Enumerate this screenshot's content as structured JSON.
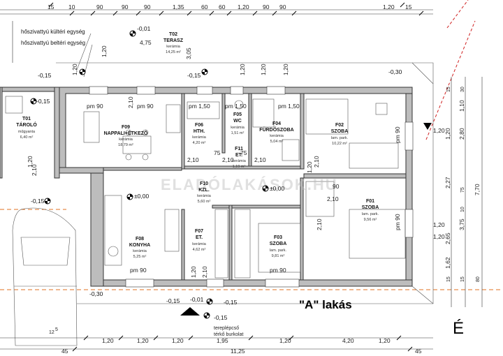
{
  "rooms": {
    "t01": {
      "id": "T01",
      "name": "TÁROLÓ",
      "mat": "műgyanta",
      "area": "6,40 m²"
    },
    "t02": {
      "id": "T02",
      "name": "TERASZ",
      "mat": "kerámia",
      "area": "14,25 m²"
    },
    "f09": {
      "id": "F09",
      "name": "NAPPALI+ÉTKEZŐ",
      "mat": "kerámia",
      "area": "18,79 m²"
    },
    "f06": {
      "id": "F06",
      "name": "HTH.",
      "mat": "kerámia",
      "area": "4,20 m²"
    },
    "f05": {
      "id": "F05",
      "name": "WC",
      "mat": "kerámia",
      "area": "1,51 m²"
    },
    "f04": {
      "id": "F04",
      "name": "FÜRDŐSZOBA",
      "mat": "kerámia",
      "area": "5,04 m²"
    },
    "f02": {
      "id": "F02",
      "name": "SZOBA",
      "mat": "lam. park.",
      "area": "10,22 m²"
    },
    "f11": {
      "id": "F11",
      "name": "ET.",
      "mat": "kerámia",
      "area": "1,19 m²"
    },
    "f10": {
      "id": "F10",
      "name": "KZL.",
      "mat": "kerámia",
      "area": "5,60 m²"
    },
    "f08": {
      "id": "F08",
      "name": "KONYHA",
      "mat": "kerámia",
      "area": "5,25 m²"
    },
    "f07": {
      "id": "F07",
      "name": "ET.",
      "mat": "kerámia",
      "area": "4,62 m²"
    },
    "f03": {
      "id": "F03",
      "name": "SZOBA",
      "mat": "lam. park.",
      "area": "9,81 m²"
    },
    "f01": {
      "id": "F01",
      "name": "SZOBA",
      "mat": "lam. park.",
      "area": "9,56 m²"
    }
  },
  "notes": {
    "hp_outdoor": "hőszivattyú kültéri egység",
    "hp_indoor": "hőszivattyú beltéri egység",
    "stair_1": "tereplépcső",
    "stair_2": "térkő burkolat",
    "flat_title": "\"A\" lakás",
    "north": "É",
    "watermark": "ELADÓLAKÁSOK.HU"
  },
  "levels": {
    "l1": "-0,01",
    "l2": "-0,15",
    "l3": "-0,15",
    "l4": "-0,30",
    "l5": "-0,15",
    "l6": "-0,15",
    "l7": "±0,00",
    "l8": "±0,00",
    "l9": "-0,30",
    "l10": "-0,15",
    "l11": "-0,01",
    "l12": "-0,15",
    "l13": "-0,15"
  },
  "openings": {
    "o1": "pm 90",
    "o2": "pm 90",
    "o3": "pm 1,50",
    "o4": "pm 1,50",
    "o5": "pm 90",
    "o6": "pm 90",
    "o7": "pm 90",
    "o8": "pm 90"
  },
  "dims_top": [
    "15",
    "10",
    "90",
    "90",
    "90",
    "1,35",
    "60",
    "60",
    "1,20",
    "90",
    "90",
    "1,20",
    "15"
  ],
  "dims_bottom": [
    "1,20",
    "1,20",
    "1,20",
    "1,20",
    "1,20",
    "1,95",
    "4,20",
    "11,25",
    "45",
    "45",
    "12",
    "5"
  ],
  "dims_right": [
    "15",
    "1,10",
    "30",
    "1,20",
    "2,80",
    "7,70",
    "2,27",
    "75",
    "3,75",
    "10",
    "2,65",
    "1,62",
    "15",
    "15",
    "80"
  ],
  "dims_inner": [
    "4,75",
    "1,20",
    "3,05",
    "2,10",
    "2,10",
    "2,10",
    "75",
    "75",
    "1,20",
    "2,10",
    "2,10",
    "2,10",
    "90",
    "2,10",
    "1,20",
    "1,20",
    "2,10",
    "2,10",
    "1,20",
    "1,20",
    "1,20",
    "1,20",
    "1,20",
    "1,20",
    "1,20"
  ]
}
